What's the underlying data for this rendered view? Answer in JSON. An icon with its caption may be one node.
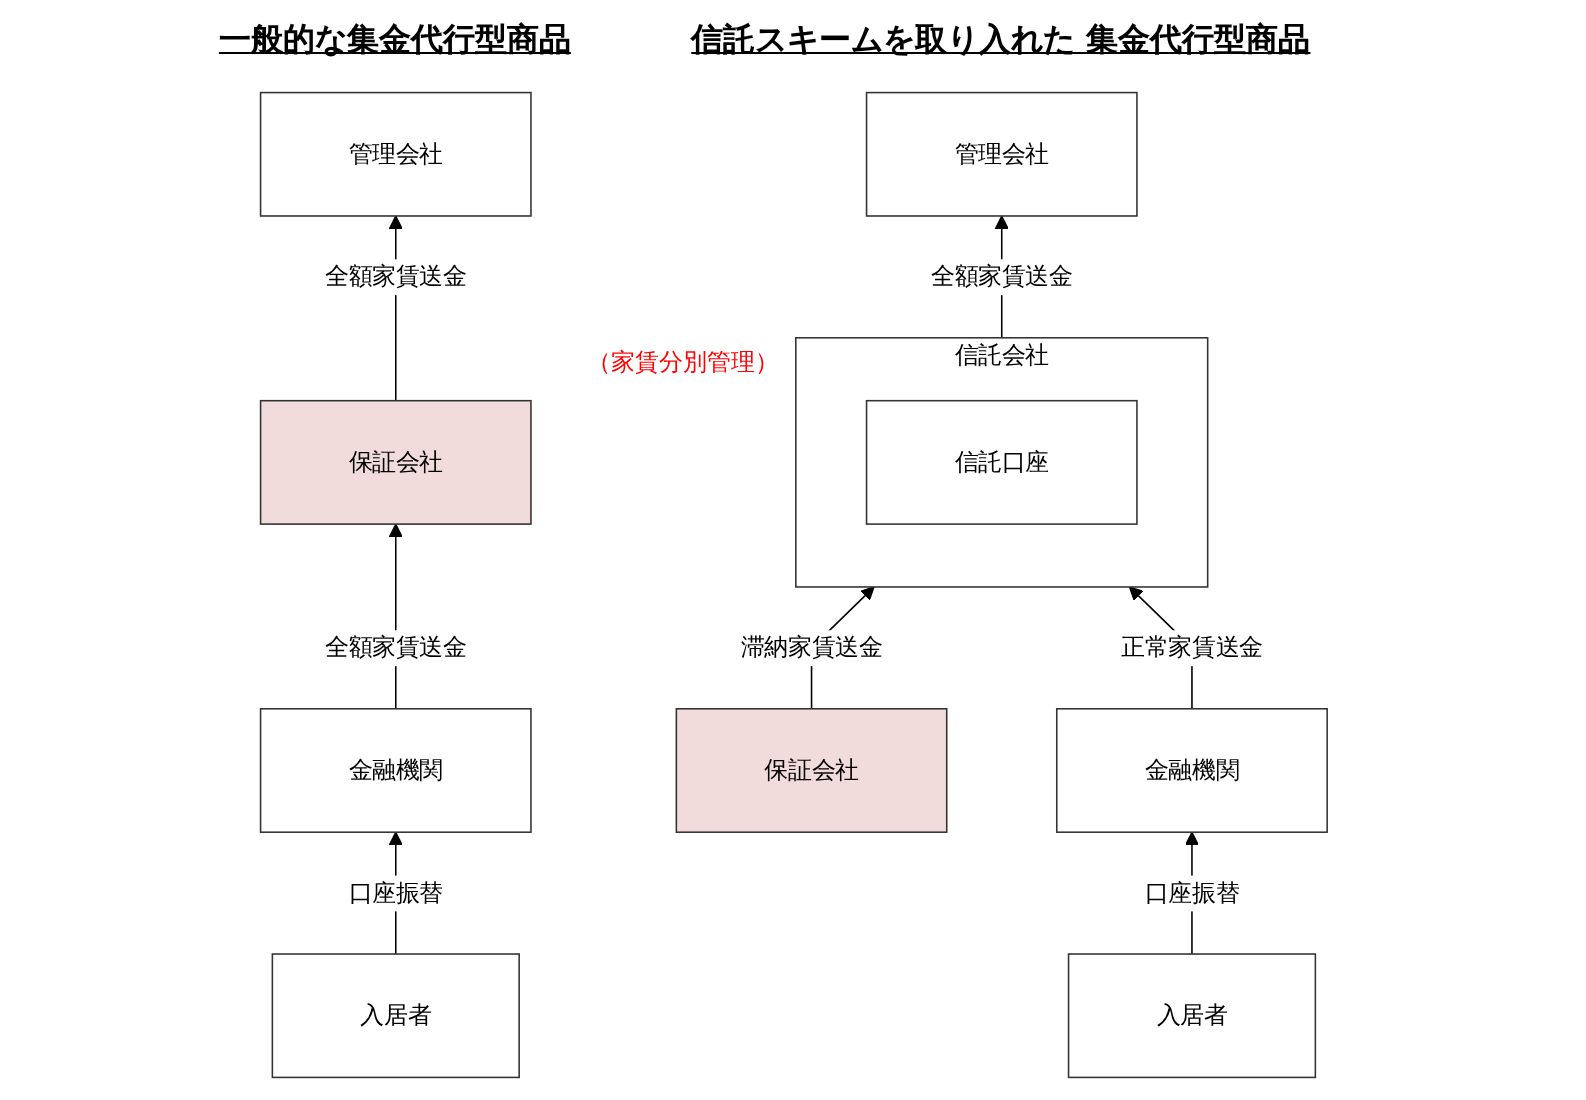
{
  "diagram": {
    "nodes": [
      {
        "text": [
          "管理会社"
        ]
      },
      {
        "text": [
          "保証会社"
        ]
      },
      {
        "text": [
          "金融機関"
        ]
      },
      {
        "text": [
          "入居者"
        ]
      },
      {
        "text": [
          "管理会社"
        ]
      },
      {
        "text": [
          "保証会社"
        ]
      },
      {
        "text": [
          "信託会社"
        ],
        "beside": [
          "（家賃分別管理）"
        ]
      },
      {
        "text": [
          "信託口座"
        ],
        "in": 6
      },
      {
        "text": [
          "金融機関"
        ]
      },
      {
        "text": [
          "入居者"
        ]
      }
    ],
    "edges": [
      {
        "from": 1,
        "to": 0,
        "arrow": "to",
        "label": "全額家賃送金"
      },
      {
        "from": 2,
        "to": 1,
        "arrow": "to",
        "label": "全額家賃送金"
      },
      {
        "from": 3,
        "to": 2,
        "arrow": "to",
        "label": "口座振替"
      },
      {
        "from": 6,
        "to": 4,
        "arrow": "to",
        "label": "全額家賃送金"
      },
      {
        "from": 5,
        "to": 6,
        "arrow": "to",
        "label": "滞納家賃送金"
      },
      {
        "from": 8,
        "to": 6,
        "arrow": "to",
        "label": "正常家賃送金"
      },
      {
        "from": 9,
        "to": 8,
        "arrow": "to",
        "label": "口座振替"
      }
    ],
    "labels": [
      "一般的な集金代行型商品",
      "信託スキームを取り入れた 集金代行型商品"
    ]
  }
}
